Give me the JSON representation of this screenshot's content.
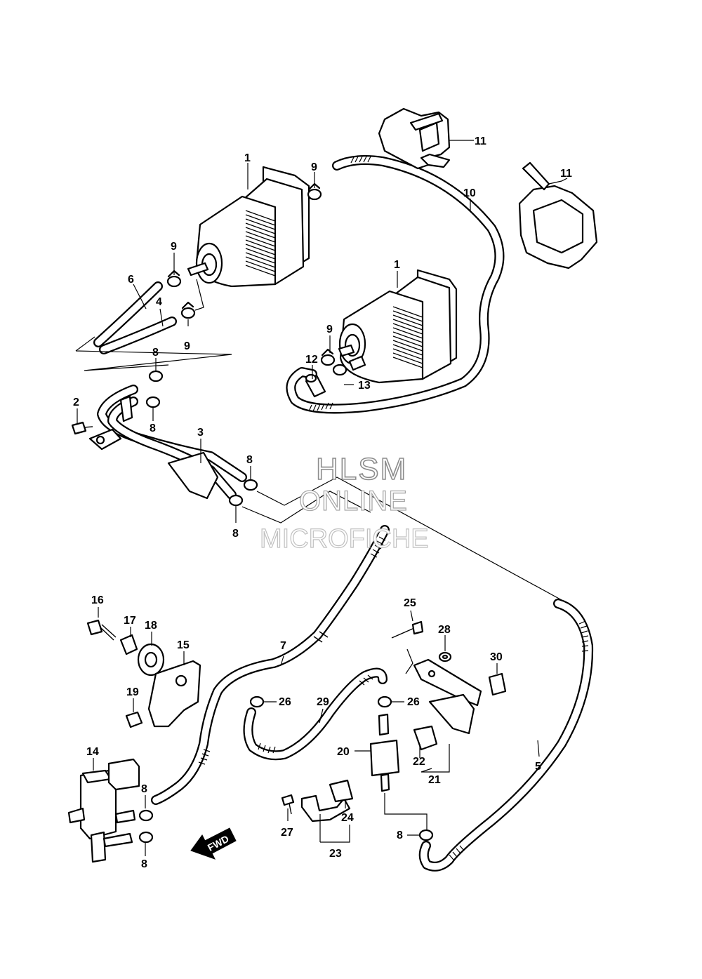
{
  "diagram": {
    "watermark": {
      "line1": "HLSM",
      "line2": "ONLINE",
      "line3": "MICROFICHE"
    },
    "direction_arrow": "FWD",
    "callouts": {
      "c1a": "1",
      "c1b": "1",
      "c2": "2",
      "c3": "3",
      "c4": "4",
      "c5": "5",
      "c6": "6",
      "c7": "7",
      "c8a": "8",
      "c8b": "8",
      "c8c": "8",
      "c8d": "8",
      "c8e": "8",
      "c8f": "8",
      "c8g": "8",
      "c9a": "9",
      "c9b": "9",
      "c9c": "9",
      "c9d": "9",
      "c10": "10",
      "c11a": "11",
      "c11b": "11",
      "c12": "12",
      "c13": "13",
      "c14": "14",
      "c15": "15",
      "c16": "16",
      "c17": "17",
      "c18": "18",
      "c19": "19",
      "c20": "20",
      "c21": "21",
      "c22": "22",
      "c23": "23",
      "c24": "24",
      "c25": "25",
      "c26a": "26",
      "c26b": "26",
      "c27": "27",
      "c28": "28",
      "c29": "29",
      "c30": "30"
    }
  }
}
